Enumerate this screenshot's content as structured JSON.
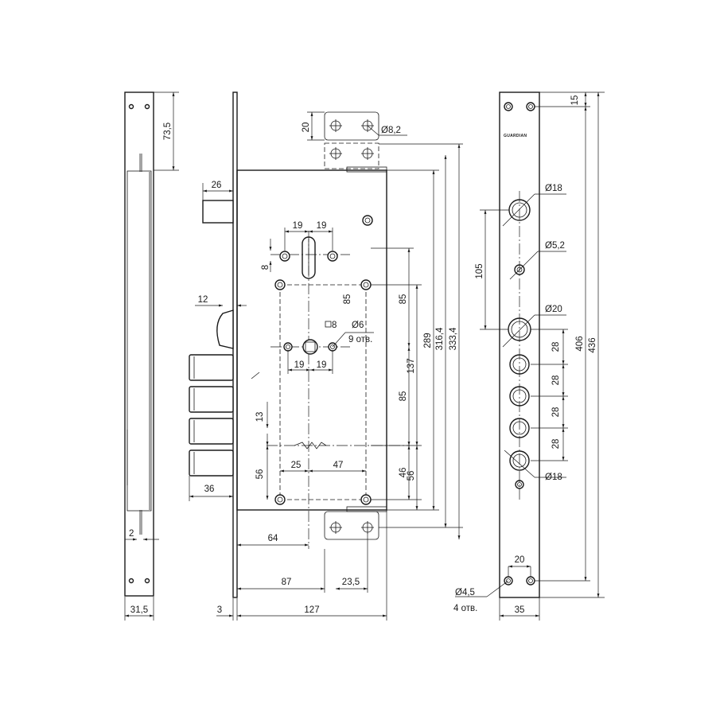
{
  "brand": "GUARDIAN",
  "dims": {
    "d73_5": "73,5",
    "d2": "2",
    "d31_5": "31,5",
    "d26": "26",
    "d12": "12",
    "d36": "36",
    "d3": "3",
    "d127": "127",
    "d87": "87",
    "d23_5": "23,5",
    "d64": "64",
    "d20_top": "20",
    "d8_2": "Ø8,2",
    "d19a": "19",
    "d19b": "19",
    "d19c": "19",
    "d19d": "19",
    "d8": "8",
    "d85a": "85",
    "d85b": "85",
    "d85c": "85",
    "sq8": "8",
    "d6": "Ø6",
    "holes9": "9 отв.",
    "d137": "137",
    "d289": "289",
    "d316_4": "316,4",
    "d333_4": "333,4",
    "d13": "13",
    "d25": "25",
    "d47": "47",
    "d56a": "56",
    "d46": "46",
    "d56b": "56",
    "d15": "15",
    "d18a": "Ø18",
    "d105": "105",
    "d5_2": "Ø5,2",
    "d20": "Ø20",
    "d406": "406",
    "d436": "436",
    "d28a": "28",
    "d28b": "28",
    "d28c": "28",
    "d28d": "28",
    "d18b": "Ø18",
    "d20_bot": "20",
    "d4_5": "Ø4,5",
    "holes4": "4 отв.",
    "d35": "35"
  }
}
